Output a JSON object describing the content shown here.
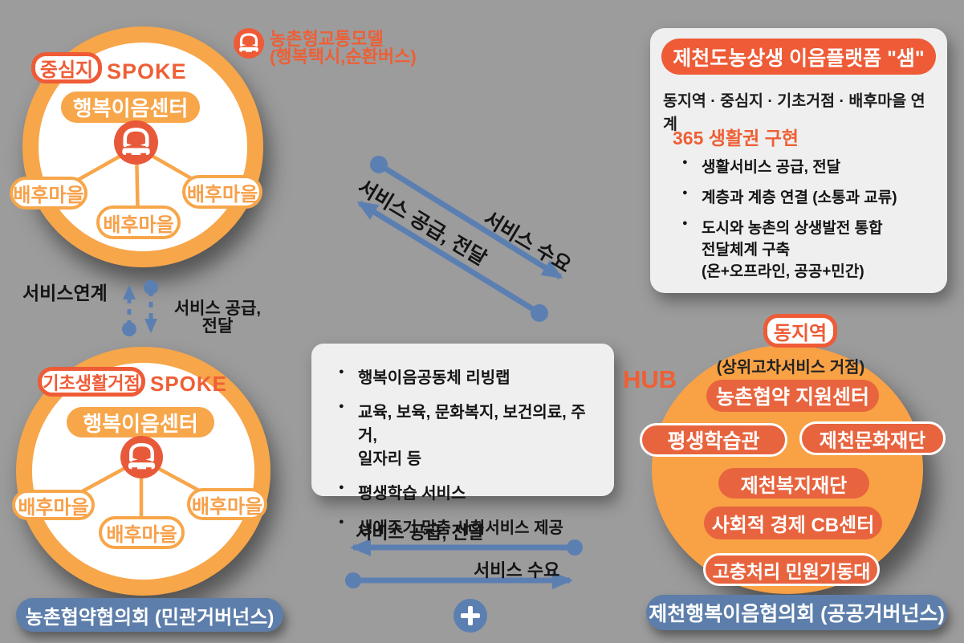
{
  "colors": {
    "background": "#9c9c9c",
    "orange_ring": "#f7a64a",
    "red_orange": "#ee5b36",
    "hub_fill": "#f9a245",
    "hub_pill": "#e8643e",
    "blue": "#5c7fb2",
    "panel_gray": "#efefef"
  },
  "spoke_top": {
    "badge": "중심지",
    "spoke_label": "SPOKE",
    "center_label": "행복이음센터",
    "villages": [
      "배후마을",
      "배후마을",
      "배후마을"
    ]
  },
  "transport": {
    "line1": "농촌형교통모델",
    "line2": "(행복택시,순환버스)"
  },
  "platform_box": {
    "title": "제천도농상생 이음플랫폼 \"샘\"",
    "subtitle": "동지역 · 중심지 · 기초거점 · 배후마을 연계",
    "heading": "365 생활권 구현",
    "bullets": [
      "생활서비스 공급, 전달",
      "계층과 계층 연결 (소통과 교류)",
      "도시와 농촌의 상생발전 통합\n전달체계 구축\n(온+오프라인, 공공+민간)"
    ]
  },
  "diagonal_arrows": {
    "demand_label": "서비스 수요",
    "supply_label": "서비스 공급, 전달"
  },
  "service_link": {
    "label": "서비스연계",
    "supply_label": "서비스 공급,\n전달"
  },
  "spoke_bottom": {
    "badge": "기초생활거점",
    "spoke_label": "SPOKE",
    "center_label": "행복이음센터",
    "villages": [
      "배후마을",
      "배후마을",
      "배후마을"
    ]
  },
  "services_box": {
    "bullets": [
      "행복이음공동체 리빙랩",
      "교육, 보육, 문화복지, 보건의료, 주거,\n일자리 등",
      "평생학습 서비스",
      "생애주기 맞춤 사회서비스 제공"
    ]
  },
  "bottom_arrows": {
    "supply_label": "서비스 공급, 전달",
    "demand_label": "서비스 수요"
  },
  "hub": {
    "label": "HUB",
    "badge": "동지역",
    "subtitle": "(상위고차서비스 거점)",
    "pills": [
      "농촌협약 지원센터",
      "평생학습관",
      "제천문화재단",
      "제천복지재단",
      "사회적 경제 CB센터",
      "고충처리 민원기동대"
    ]
  },
  "governance": {
    "left": "농촌협약협의회 (민관거버넌스)",
    "right": "제천행복이음협의회 (공공거버넌스)"
  }
}
